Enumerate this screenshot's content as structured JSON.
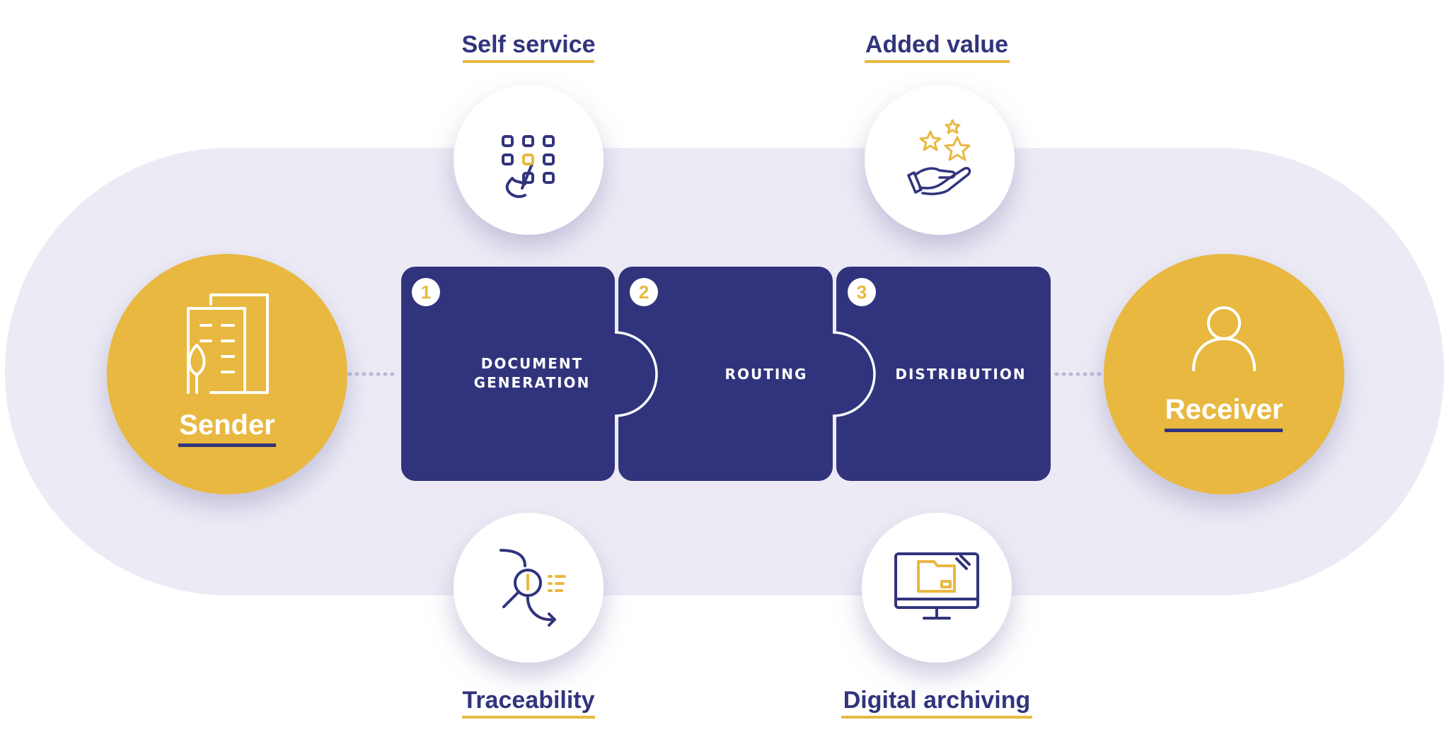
{
  "colors": {
    "navy": "#31347c",
    "yellow": "#e8b840",
    "band": "#ecebf5"
  },
  "sender": {
    "label": "Sender",
    "icon": "building-leaf-icon"
  },
  "receiver": {
    "label": "Receiver",
    "icon": "user-icon"
  },
  "steps": [
    {
      "number": "1",
      "line1": "DOCUMENT",
      "line2": "GENERATION"
    },
    {
      "number": "2",
      "line1": "ROUTING"
    },
    {
      "number": "3",
      "line1": "DISTRIBUTION"
    }
  ],
  "features": {
    "self_service": {
      "label": "Self service",
      "icon": "keypad-touch-icon"
    },
    "added_value": {
      "label": "Added value",
      "icon": "hand-stars-icon"
    },
    "traceability": {
      "label": "Traceability",
      "icon": "magnifier-path-icon"
    },
    "digital_archiving": {
      "label": "Digital archiving",
      "icon": "monitor-folder-icon"
    }
  }
}
